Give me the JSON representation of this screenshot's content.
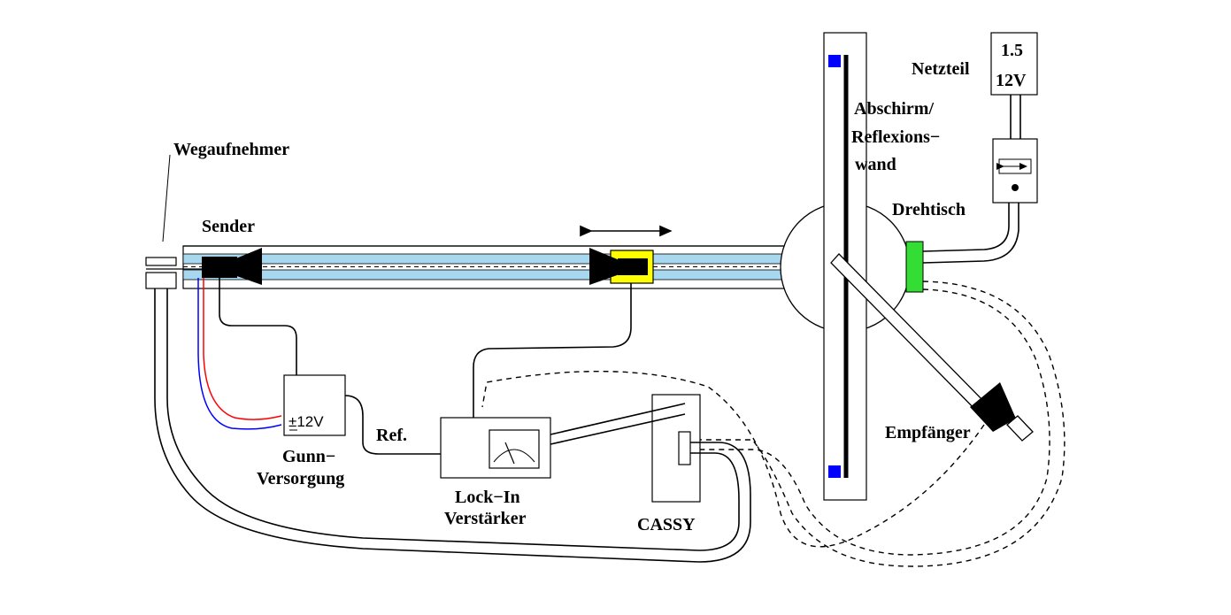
{
  "labels": {
    "wegaufnehmer": "Wegaufnehmer",
    "sender": "Sender",
    "netzteil": "Netzteil",
    "netzteil_v1": "1.5",
    "netzteil_v2": "12V",
    "abschirm_1": "Abschirm/",
    "abschirm_2": "Reflexions−",
    "abschirm_3": "wand",
    "drehtisch": "Drehtisch",
    "empfaenger": "Empfänger",
    "gunn_1": "Gunn−",
    "gunn_2": "Versorgung",
    "gunn_voltage": "±12V",
    "ref": "Ref.",
    "lockin_1": "Lock−In",
    "lockin_2": "Verstärker",
    "cassy": "CASSY"
  },
  "colors": {
    "rail_blue": "#a8d8f0",
    "carriage_yellow": "#ffff00",
    "drehtisch_green": "#33dd33",
    "wall_marker_blue": "#0000ff",
    "wire_red": "#ff0000",
    "wire_blue": "#0000ff",
    "horn_black": "#000000"
  },
  "icons": [
    "horn-icon",
    "meter-icon",
    "double-arrow-icon",
    "switch-icon"
  ]
}
